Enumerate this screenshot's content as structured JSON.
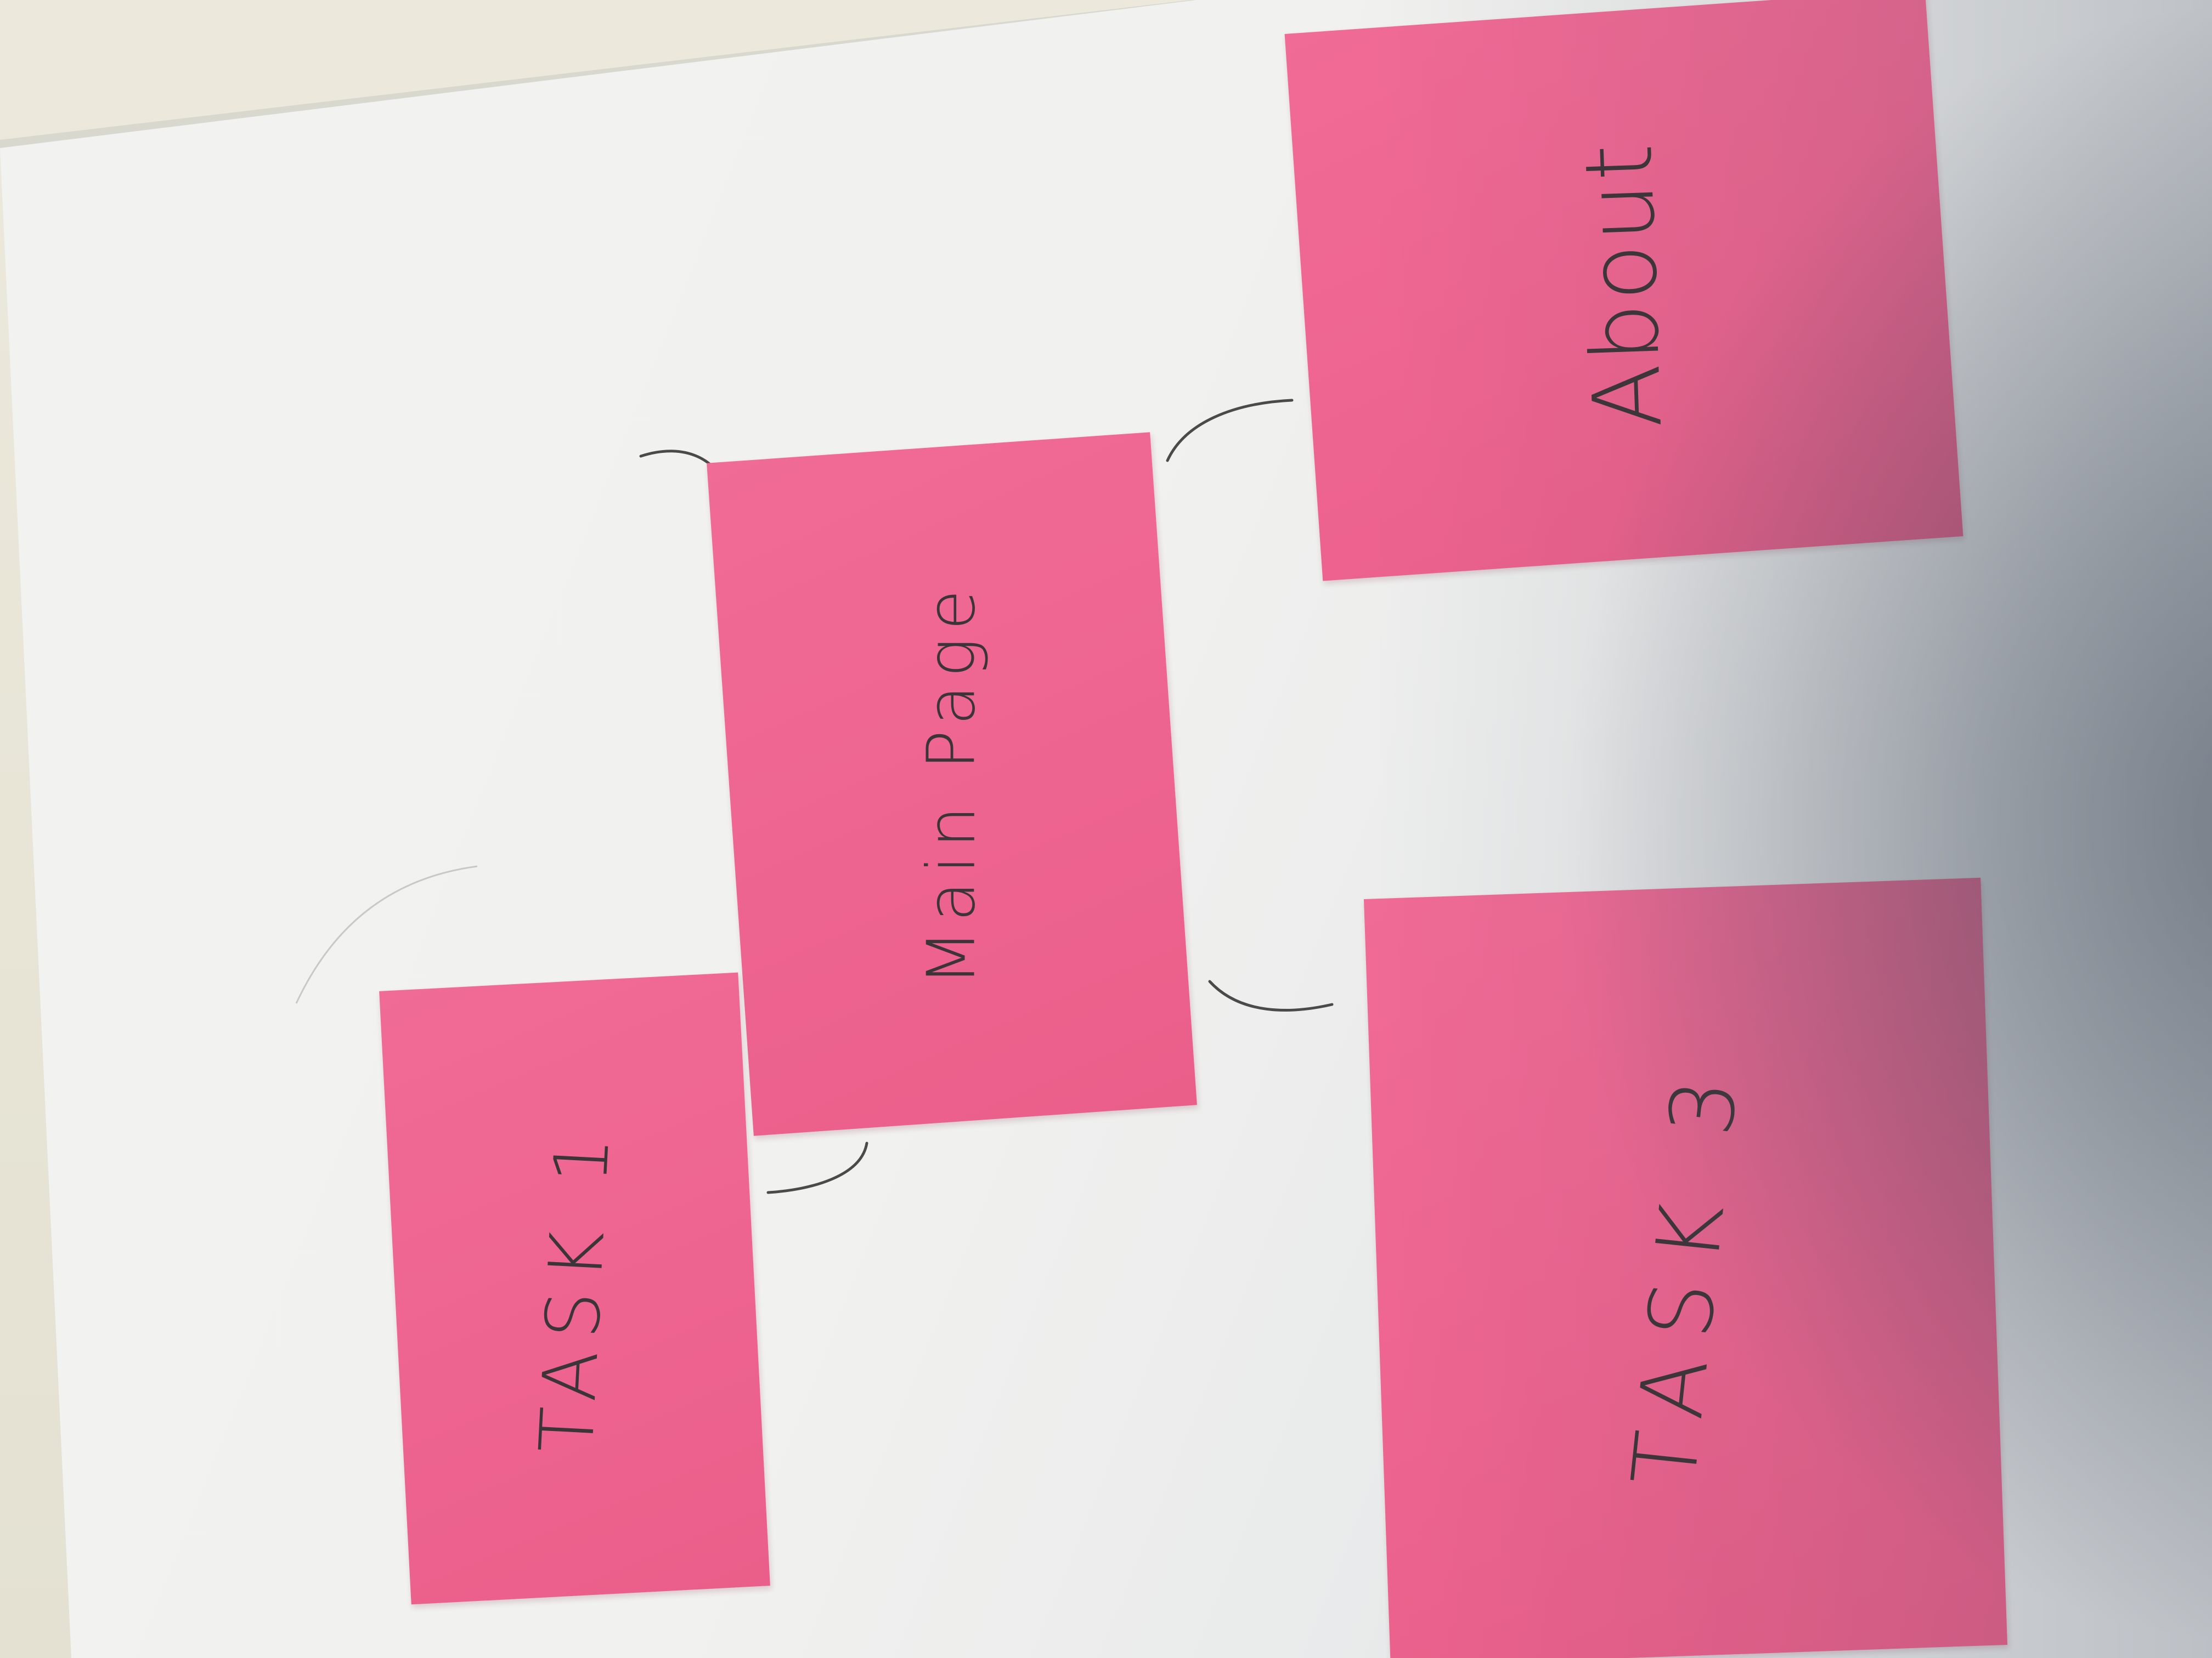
{
  "notes": {
    "main": {
      "label": "Main Page"
    },
    "about": {
      "label": "About"
    },
    "task1": {
      "label": "TASK 1"
    },
    "task3": {
      "label": "TASK 3"
    }
  },
  "colors": {
    "note": "#ee6490",
    "paper": "#f4f4f2",
    "ink": "#3b3438"
  }
}
